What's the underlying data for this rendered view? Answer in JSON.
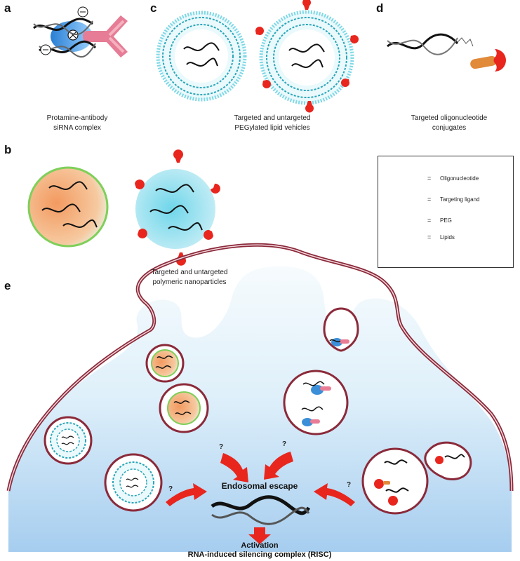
{
  "panels": {
    "a": {
      "letter": "a",
      "caption": [
        "Protamine-antibody",
        "siRNA complex"
      ]
    },
    "b": {
      "letter": "b",
      "caption": [
        "Targeted and untargeted",
        "polymeric nanoparticles"
      ]
    },
    "c": {
      "letter": "c",
      "caption": [
        "Targeted and untargeted",
        "PEGylated lipid vehicles"
      ]
    },
    "d": {
      "letter": "d",
      "caption": [
        "Targeted oligonucleotide",
        "conjugates"
      ]
    },
    "e": {
      "letter": "e"
    }
  },
  "legend": {
    "items": [
      {
        "icon": "dna-icon",
        "eq": "=",
        "label": "Oligonucleotide"
      },
      {
        "icon": "ligand-icon",
        "eq": "=",
        "label": "Targeting ligand"
      },
      {
        "icon": "peg-icon",
        "eq": "=",
        "label": "PEG"
      },
      {
        "icon": "lipid-icon",
        "eq": "=",
        "label": "Lipids"
      }
    ]
  },
  "cell": {
    "endosomal_escape": "Endosomal escape",
    "activation": "Activation",
    "risc": "RNA-induced silencing complex (RISC)",
    "question": "?"
  },
  "colors": {
    "membrane": "#8b2a3a",
    "cytoplasm_top": "#eaf6fb",
    "cytoplasm_bottom": "#a9cff0",
    "arrow": "#e8261e",
    "ligand": "#e8261e",
    "antibody": "#e87c94",
    "protamine": "#3b8fd8",
    "polymer_orange": "#f2a066",
    "polymer_green": "#7fcf5a",
    "lipid_cyan": "#5fd0e0"
  }
}
